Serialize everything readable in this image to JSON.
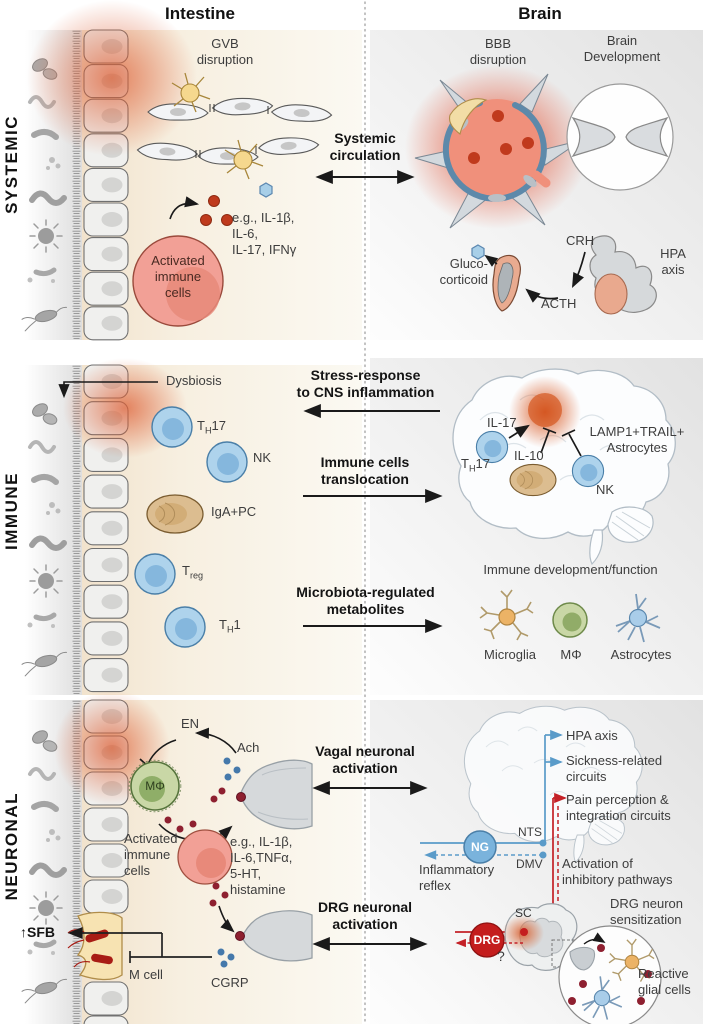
{
  "palette": {
    "inflammation_red": "#e2563a",
    "dot_red": "#bf3a1d",
    "cell_blue": "#aed3ec",
    "cell_tan": "#dcbd90",
    "cell_green": "#c9d7a6",
    "cell_pink": "#f2a096",
    "line_blue": "#5a9bc9",
    "line_red": "#c42127"
  },
  "headers": {
    "intestine": "Intestine",
    "brain": "Brain"
  },
  "sections": {
    "systemic": {
      "row_label": "SYSTEMIC",
      "intestine": {
        "gvb_label": "GVB\ndisruption",
        "activated_cells_label": "Activated\nimmune\ncells",
        "cytokines_label": "e.g., IL-1β,\nIL-6,\nIL-17, IFNγ"
      },
      "center": {
        "label": "Systemic\ncirculation"
      },
      "brain": {
        "bbb_label": "BBB\ndisruption",
        "brain_dev_label": "Brain\nDevelopment",
        "glucocorticoid_label": "Gluco-\ncorticoid",
        "crh_label": "CRH",
        "acth_label": "ACTH",
        "hpa_axis_label": "HPA\naxis"
      }
    },
    "immune": {
      "row_label": "IMMUNE",
      "intestine": {
        "dysbiosis_label": "Dysbiosis",
        "th17": {
          "pre": "T",
          "sub": "H",
          "post": "17"
        },
        "nk_label": "NK",
        "iga_pc_label": "IgA+PC",
        "treg": {
          "pre": "T",
          "sub": "reg",
          "post": ""
        },
        "th1": {
          "pre": "T",
          "sub": "H",
          "post": "1"
        }
      },
      "center": {
        "stress_label": "Stress-response\nto CNS inflammation",
        "translocation_label": "Immune cells\ntranslocation",
        "metabolites_label": "Microbiota-regulated\nmetabolites"
      },
      "brain": {
        "il17_label": "IL-17",
        "th17": {
          "pre": "T",
          "sub": "H",
          "post": "17"
        },
        "il10_label": "IL-10",
        "lamp_label": "LAMP1+TRAIL+\nAstrocytes",
        "nk_label": "NK",
        "immune_dev_label": "Immune development/function",
        "microglia_label": "Microglia",
        "macrophage_label": "MΦ",
        "astrocytes_label": "Astrocytes"
      }
    },
    "neuronal": {
      "row_label": "NEURONAL",
      "intestine": {
        "en_label": "EN",
        "ach_label": "Ach",
        "macrophage_label": "MΦ",
        "activated_cells_label": "Activated\nimmune\ncells",
        "mediators_label": "e.g., IL-1β,\nIL-6,TNFα,\n5-HT,\nhistamine",
        "sfb_label": "↑SFB",
        "m_cell_label": "M cell",
        "cgrp_label": "CGRP"
      },
      "center": {
        "vagal_label": "Vagal neuronal\nactivation",
        "drg_label": "DRG neuronal\nactivation"
      },
      "brain": {
        "hpa_axis_label": "HPA axis",
        "sickness_label": "Sickness-related\ncircuits",
        "pain_label": "Pain perception &\nintegration circuits",
        "nts_label": "NTS",
        "ng_label": "NG",
        "dmv_label": "DMV",
        "inflammatory_reflex_label": "Inflammatory\nreflex",
        "activation_inhibitory_label": "Activation of\ninhibitory pathways",
        "sc_label": "SC",
        "drg_label": "DRG",
        "question_label": "?",
        "drg_sensitization_label": "DRG neuron\nsensitization",
        "reactive_glial_label": "Reactive\nglial cells"
      }
    }
  }
}
